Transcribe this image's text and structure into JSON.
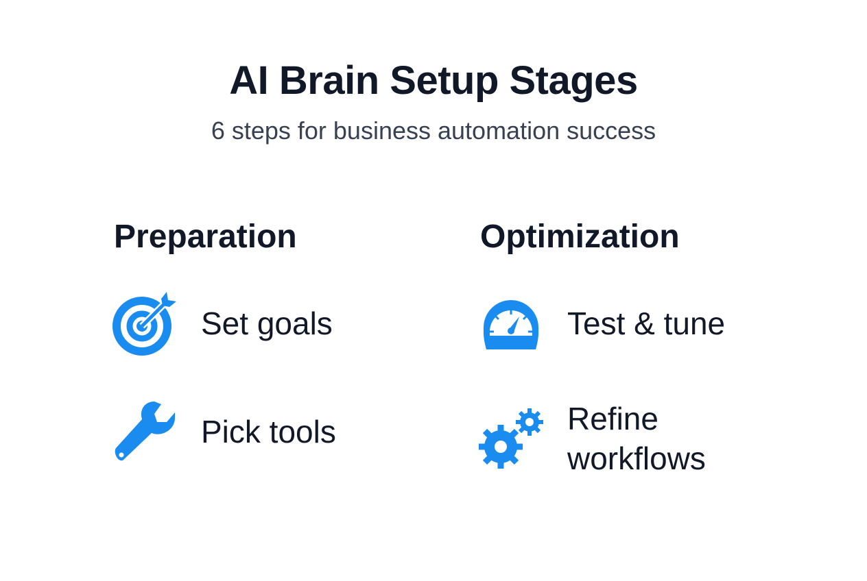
{
  "title": "AI Brain Setup Stages",
  "subtitle": "6 steps for business automation success",
  "accent_color": "#1a8cf0",
  "columns": [
    {
      "heading": "Preparation",
      "items": [
        {
          "icon": "target-icon",
          "label": "Set goals"
        },
        {
          "icon": "wrench-icon",
          "label": "Pick tools"
        }
      ]
    },
    {
      "heading": "Optimization",
      "items": [
        {
          "icon": "speedometer-icon",
          "label": "Test & tune"
        },
        {
          "icon": "gears-icon",
          "label_line1": "Refine",
          "label_line2": "workflows"
        }
      ]
    }
  ]
}
